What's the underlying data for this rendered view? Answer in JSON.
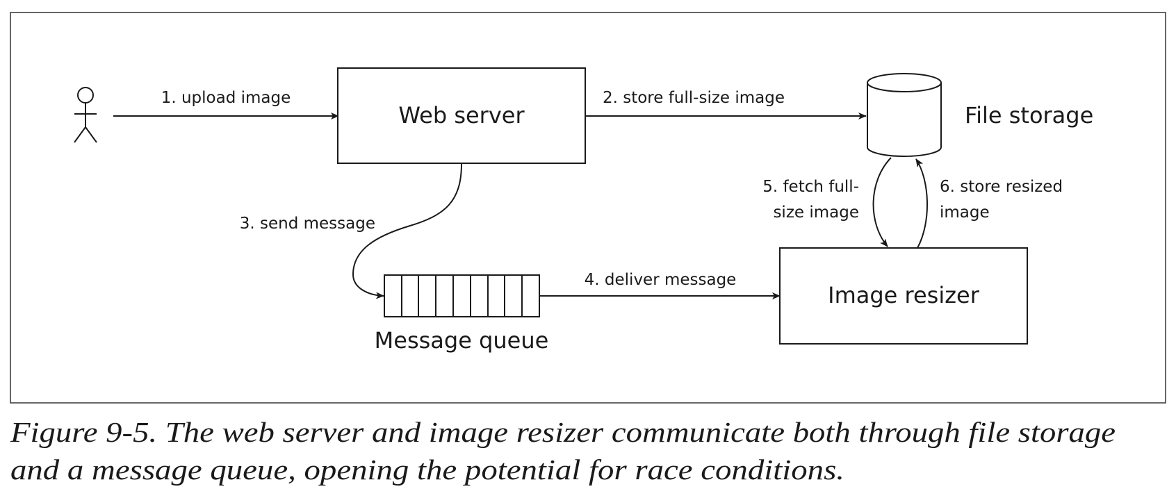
{
  "diagram": {
    "nodes": {
      "web_server": "Web server",
      "file_storage": "File storage",
      "image_resizer": "Image resizer",
      "message_queue": "Message queue"
    },
    "edges": {
      "upload": "1. upload image",
      "store_full": "2. store full-size image",
      "send_message": "3. send message",
      "deliver_message": "4. deliver message",
      "fetch_full_line1": "5. fetch full-",
      "fetch_full_line2": "size image",
      "store_resized_line1": "6. store resized",
      "store_resized_line2": "image"
    }
  },
  "caption": {
    "line1": "Figure 9-5. The web server and image resizer communicate both through file storage",
    "line2": "and a message queue, opening the potential for race conditions."
  }
}
